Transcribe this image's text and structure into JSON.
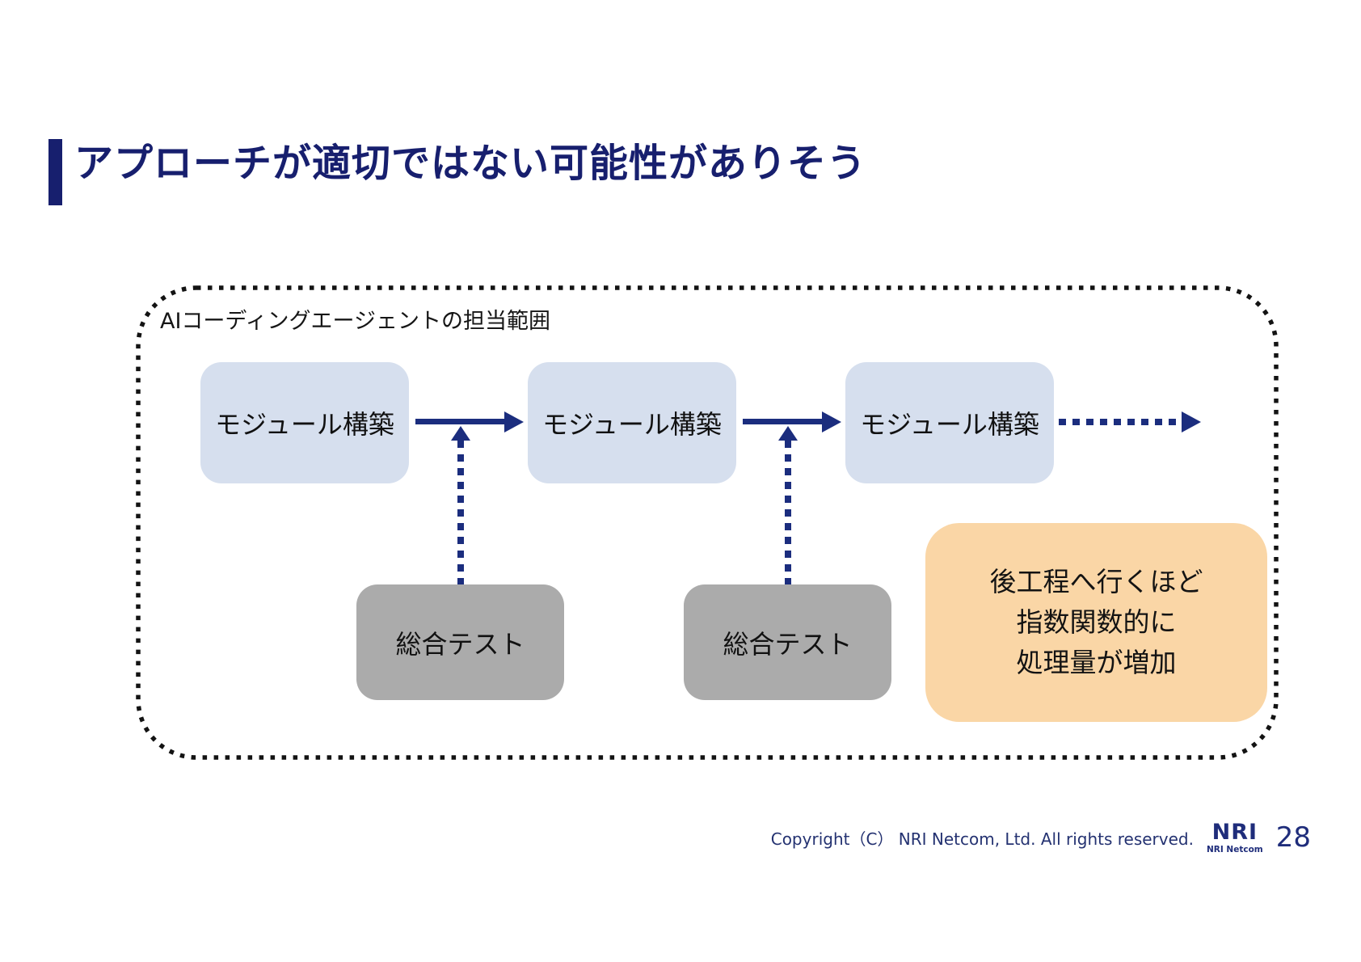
{
  "title": {
    "text": "アプローチが適切ではない可能性がありそう"
  },
  "diagram": {
    "scope_label": "AIコーディングエージェントの担当範囲",
    "modules": [
      {
        "label": "モジュール構築"
      },
      {
        "label": "モジュール構築"
      },
      {
        "label": "モジュール構築"
      }
    ],
    "tests": [
      {
        "label": "総合テスト"
      },
      {
        "label": "総合テスト"
      }
    ],
    "note": {
      "lines": [
        "後工程へ行くほど",
        "指数関数的に",
        "処理量が増加"
      ]
    }
  },
  "footer": {
    "copyright": "Copyright（C） NRI Netcom, Ltd. All rights reserved.",
    "logo_text": "NRI",
    "logo_subtext": "NRI Netcom",
    "page_number": "28"
  },
  "colors": {
    "accent_navy": "#171F6E",
    "arrow_navy": "#1B2D7E",
    "module_fill": "#D6DFEE",
    "test_fill": "#ABABAB",
    "note_fill": "#FAD6A6",
    "border_black": "#131313"
  }
}
